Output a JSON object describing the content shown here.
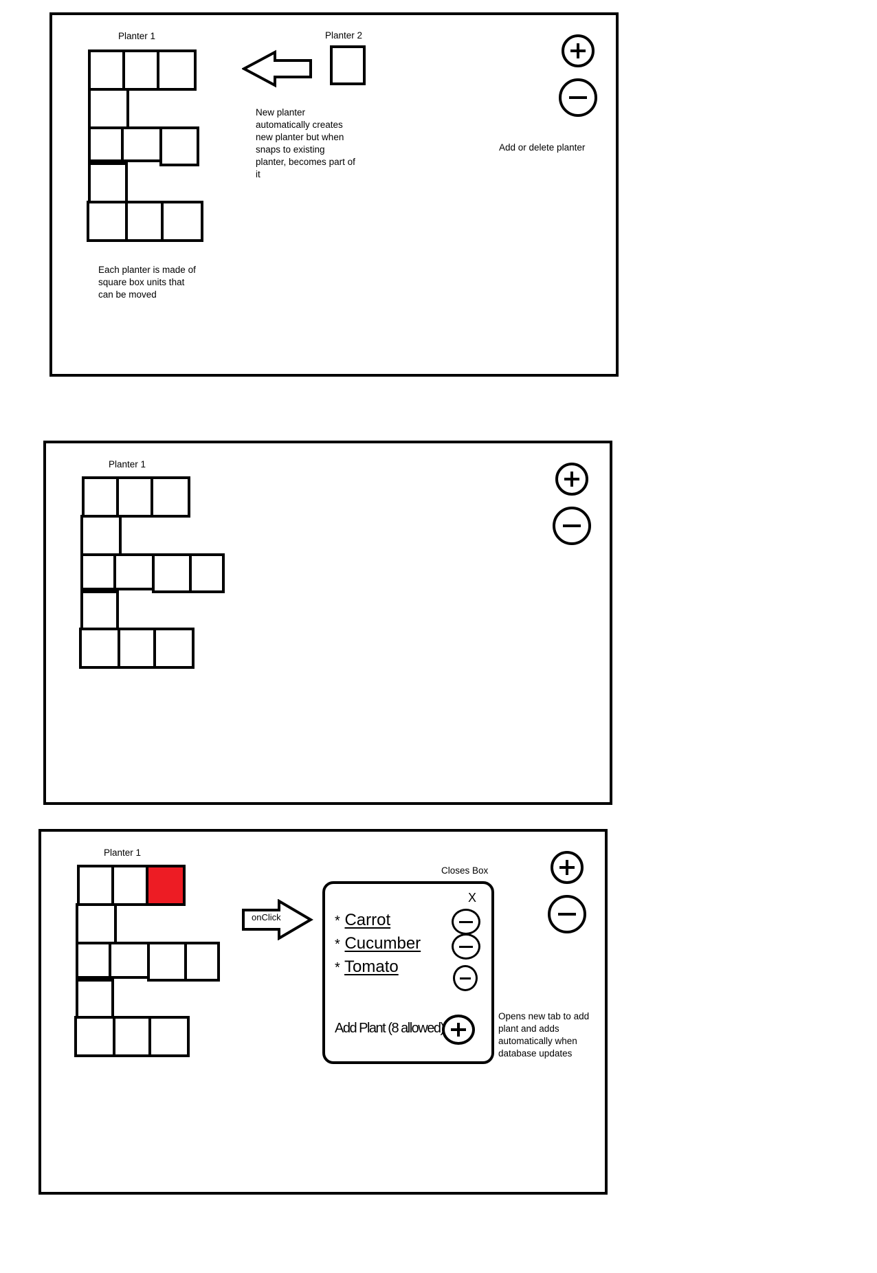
{
  "frame1": {
    "planter1_label": "Planter 1",
    "planter2_label": "Planter 2",
    "new_planter_note": "New planter automatically creates new planter but when snaps to existing planter, becomes part of it",
    "add_delete_note": "Add or delete planter",
    "box_units_note": "Each planter is made of square box units that can be moved"
  },
  "frame2": {
    "planter1_label": "Planter 1"
  },
  "frame3": {
    "planter1_label": "Planter 1",
    "onclick_label": "onClick",
    "closes_box_note": "Closes Box",
    "close_glyph": "X",
    "plants": [
      {
        "bullet": "*",
        "name": "Carrot"
      },
      {
        "bullet": "*",
        "name": "Cucumber"
      },
      {
        "bullet": "*",
        "name": "Tomato"
      }
    ],
    "add_plant_label": "Add Plant (8 allowed)",
    "new_tab_note": "Opens new tab to add plant and adds automatically when database updates"
  },
  "colors": {
    "selected_box": "#ed1c24",
    "stroke": "#000000",
    "background": "#ffffff"
  },
  "icons": [
    "plus-icon",
    "minus-icon",
    "arrow-left-icon",
    "arrow-right-icon",
    "close-icon"
  ]
}
